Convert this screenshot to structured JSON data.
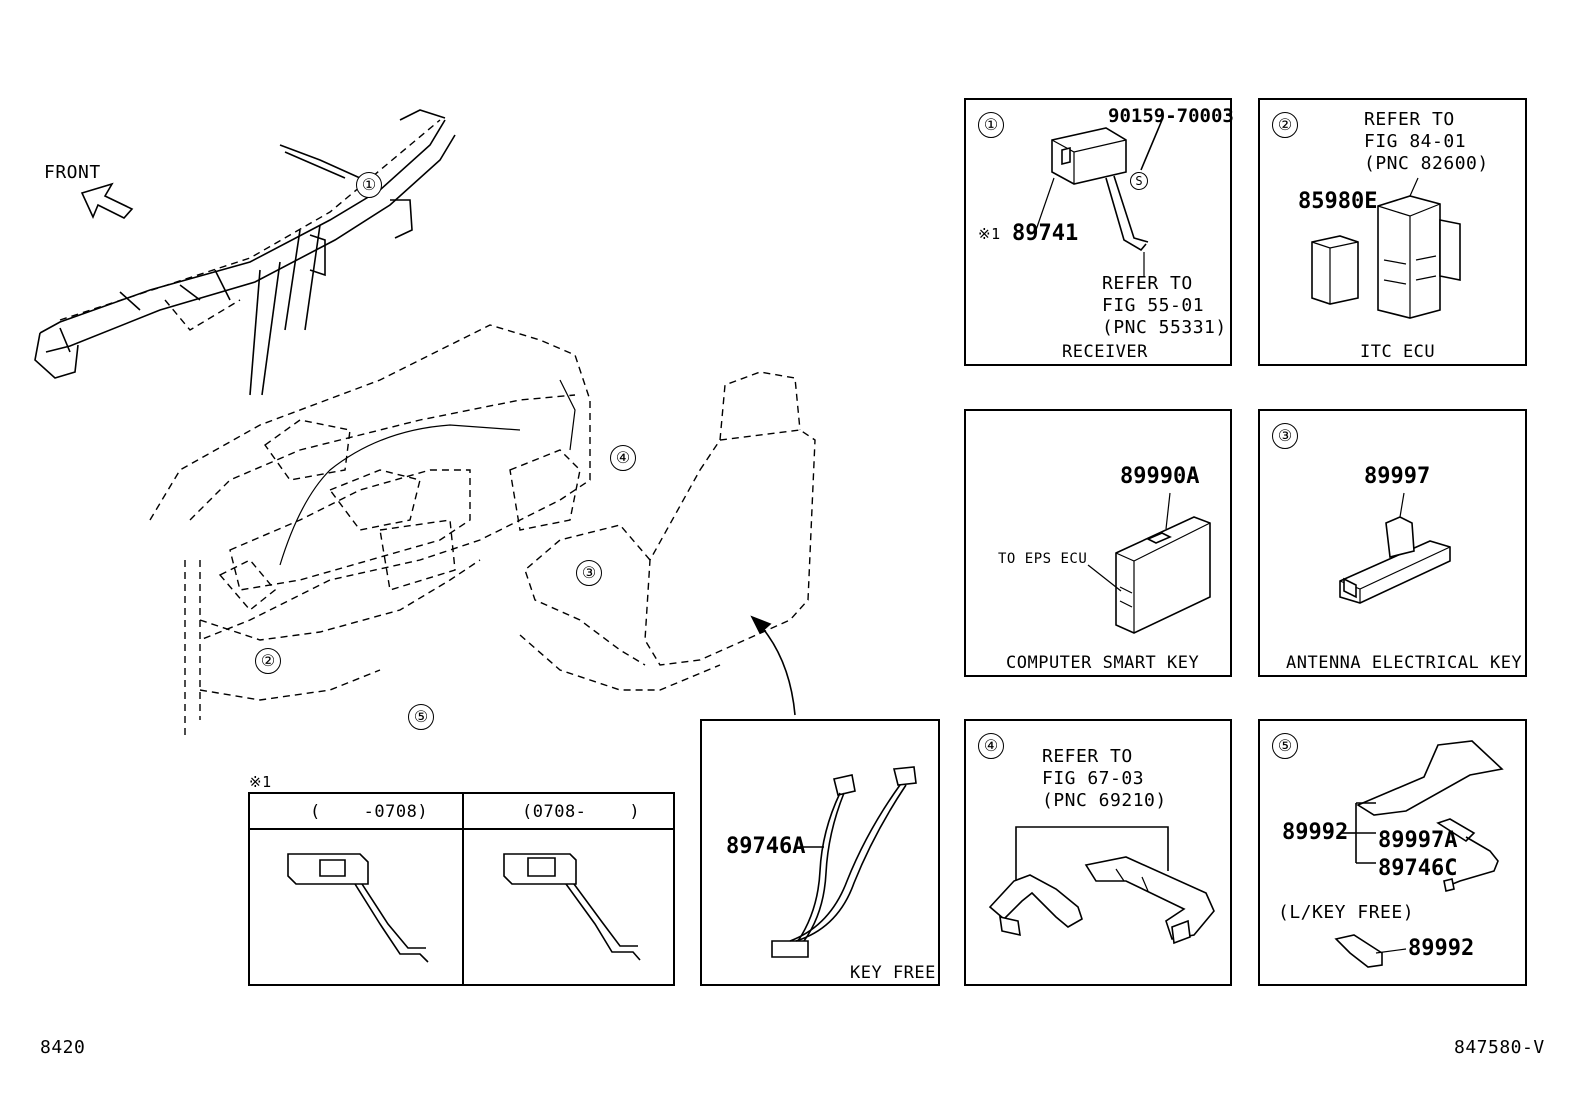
{
  "main": {
    "front_label": "FRONT",
    "callouts": [
      "①",
      "②",
      "③",
      "④",
      "⑤"
    ]
  },
  "variants": {
    "note_mark": "※1",
    "col1": "(    -0708)",
    "col2": "(0708-    )"
  },
  "keyfree_box": {
    "part": "89746A",
    "caption": "KEY FREE"
  },
  "panel1": {
    "num": "①",
    "part_top": "90159-70003",
    "note": "※1",
    "part_left": "89741",
    "s_mark": "S",
    "refer": [
      "REFER TO",
      "FIG 55-01",
      "(PNC 55331)"
    ],
    "caption": "RECEIVER"
  },
  "panel2": {
    "num": "②",
    "refer": [
      "REFER TO",
      "FIG 84-01",
      "(PNC 82600)"
    ],
    "part": "85980E",
    "caption": "ITC ECU"
  },
  "panel_csk": {
    "part": "89990A",
    "note": "TO EPS ECU",
    "caption": "COMPUTER SMART KEY"
  },
  "panel3": {
    "num": "③",
    "part": "89997",
    "caption": "ANTENNA ELECTRICAL KEY"
  },
  "panel4": {
    "num": "④",
    "refer": [
      "REFER TO",
      "FIG 67-03",
      "(PNC 69210)"
    ]
  },
  "panel5": {
    "num": "⑤",
    "part_main": "89992",
    "part_a": "89997A",
    "part_c": "89746C",
    "lkey": "(L/KEY FREE)",
    "part_bottom": "89992"
  },
  "footer": {
    "left": "8420",
    "right": "847580-V"
  }
}
